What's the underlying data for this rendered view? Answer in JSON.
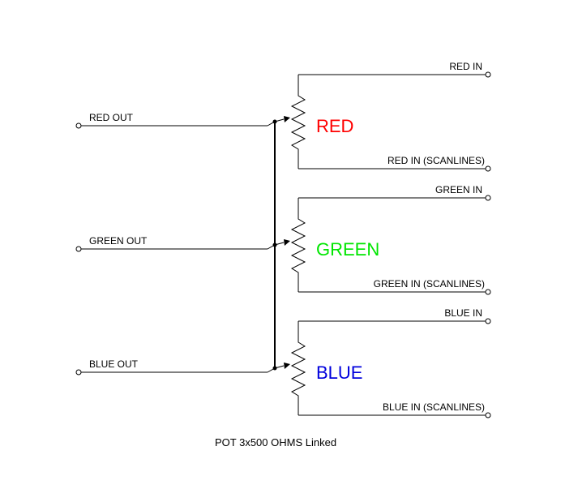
{
  "caption": "POT 3x500 OHMS Linked",
  "channels": [
    {
      "name": "RED",
      "color": "#ff0000",
      "out_label": "RED OUT",
      "in_label": "RED IN",
      "in_scan_label": "RED IN (SCANLINES)"
    },
    {
      "name": "GREEN",
      "color": "#00e600",
      "out_label": "GREEN OUT",
      "in_label": "GREEN IN",
      "in_scan_label": "GREEN IN (SCANLINES)"
    },
    {
      "name": "BLUE",
      "color": "#0000dd",
      "out_label": "BLUE OUT",
      "in_label": "BLUE IN",
      "in_scan_label": "BLUE IN (SCANLINES)"
    }
  ]
}
